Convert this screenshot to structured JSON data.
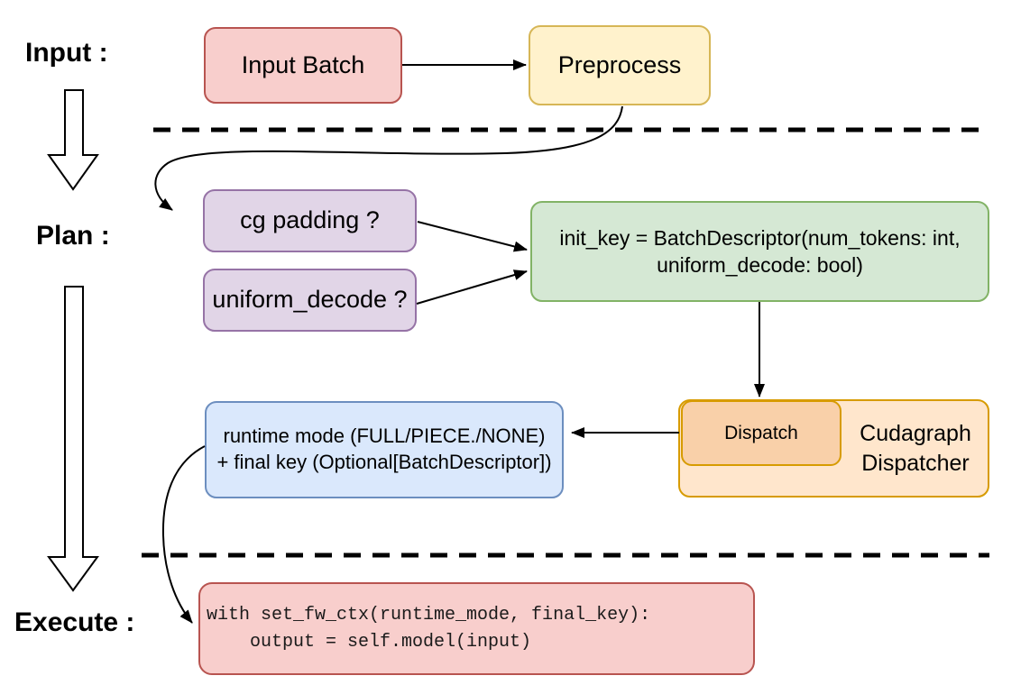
{
  "stage_labels": {
    "input": "Input :",
    "plan": "Plan :",
    "execute": "Execute :"
  },
  "nodes": {
    "input_batch": {
      "label": "Input Batch"
    },
    "preprocess": {
      "label": "Preprocess"
    },
    "cg_padding": {
      "label": "cg padding ?"
    },
    "uniform_decode": {
      "label": "uniform_decode ?"
    },
    "init_key": {
      "line1": "init_key = BatchDescriptor(num_tokens: int,",
      "line2": "uniform_decode: bool)"
    },
    "runtime_result": {
      "line1": "runtime mode (FULL/PIECE./NONE)",
      "line2": "+ final key (Optional[BatchDescriptor])"
    },
    "dispatch": {
      "label": "Dispatch"
    },
    "cudagraph_dispatcher": {
      "line1": "Cudagraph",
      "line2": "Dispatcher"
    },
    "execute_code": {
      "line1": "with set_fw_ctx(runtime_mode, final_key):",
      "line2": "    output = self.model(input)"
    }
  },
  "colors": {
    "background": "#ffffff",
    "connector": "#000000",
    "node_red_fill": "#f8cecc",
    "node_red_border": "#b85450",
    "node_yellow_fill": "#fff2cc",
    "node_yellow_border": "#d6b656",
    "node_purple_fill": "#e1d5e7",
    "node_purple_border": "#9673a6",
    "node_green_fill": "#d5e8d4",
    "node_green_border": "#82b366",
    "node_blue_fill": "#dae8fc",
    "node_blue_border": "#6c8ebf",
    "node_orange_fill": "#ffe6cc",
    "node_orange_border": "#d79b00",
    "dispatch_inner_fill": "#f9d0a9"
  }
}
